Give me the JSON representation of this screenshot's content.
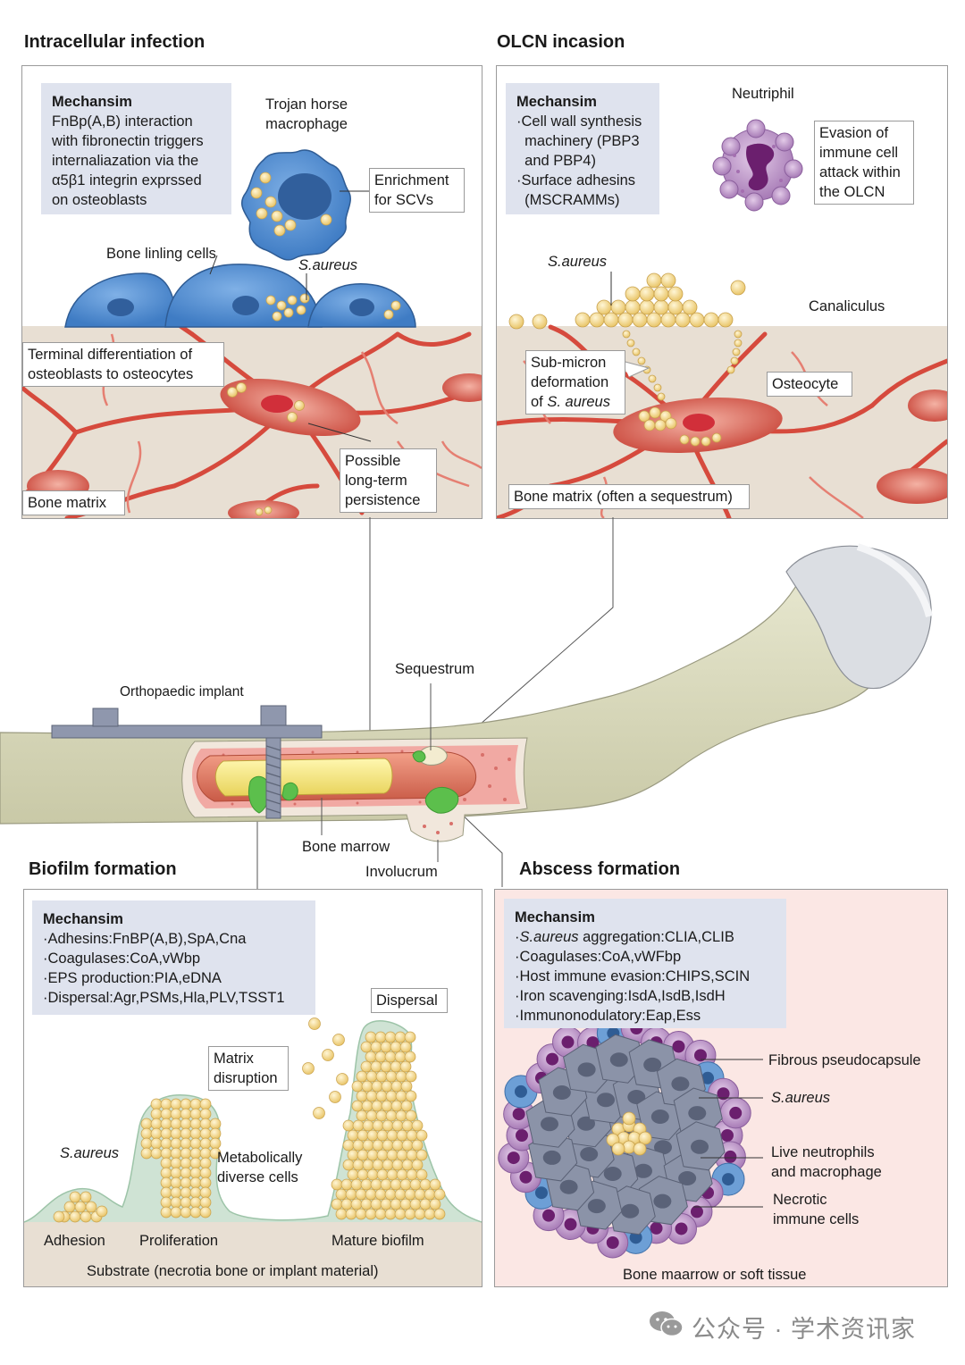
{
  "intracellular": {
    "title": "Intracellular infection",
    "mechanism_heading": "Mechansim",
    "mechanism_lines": [
      "FnBp(A,B) interaction",
      "with fibronectin triggers",
      "internaliazation via the",
      "α5β1 integrin exprssed",
      "on osteoblasts"
    ],
    "trojan": [
      "Trojan horse",
      "macrophage"
    ],
    "enrichment": [
      "Enrichment",
      "for SCVs"
    ],
    "bone_lining": "Bone linling cells",
    "saureus": "S.aureus",
    "terminal": [
      "Terminal differentiation of",
      "osteoblasts to osteocytes"
    ],
    "persistence": [
      "Possible",
      "long-term",
      "persistence"
    ],
    "bone_matrix": "Bone matrix"
  },
  "olcn": {
    "title": "OLCN incasion",
    "mechanism_heading": "Mechansim",
    "mechanism_lines": [
      "·Cell wall synthesis",
      "  machinery (PBP3",
      "  and PBP4)",
      "·Surface adhesins",
      "  (MSCRAMMs)"
    ],
    "neutrophil": "Neutriphil",
    "evasion": [
      "Evasion of",
      "immune cell",
      "attack within",
      "the OLCN"
    ],
    "saureus": "S.aureus",
    "canaliculus": "Canaliculus",
    "submicron": [
      "Sub-micron",
      "deformation"
    ],
    "submicron_of": "of ",
    "submicron_species": "S. aureus",
    "osteocyte": "Osteocyte",
    "bone_matrix": "Bone matrix (often a sequestrum)"
  },
  "bone": {
    "implant": "Orthopaedic implant",
    "sequestrum": "Sequestrum",
    "marrow": "Bone marrow",
    "involucrum": "Involucrum"
  },
  "biofilm": {
    "title": "Biofilm formation",
    "mechanism_heading": "Mechansim",
    "mechanism_lines": [
      "·Adhesins:FnBP(A,B),SpA,Cna",
      "·Coagulases:CoA,vWbp",
      "·EPS production:PIA,eDNA",
      "·Dispersal:Agr,PSMs,Hla,PLV,TSST1"
    ],
    "dispersal": "Dispersal",
    "matrix_disruption": [
      "Matrix",
      "disruption"
    ],
    "saureus": "S.aureus",
    "metabolic": [
      "Metabolically",
      "diverse cells"
    ],
    "adhesion": "Adhesion",
    "proliferation": "Proliferation",
    "mature": "Mature biofilm",
    "substrate": "Substrate (necrotia bone or implant material)"
  },
  "abscess": {
    "title": "Abscess formation",
    "mechanism_heading": "Mechansim",
    "mechanism_lines_pre": "·",
    "mechanism_species": "S.aureus",
    "mechanism_first_rest": " aggregation:CLIA,CLIB",
    "mechanism_lines": [
      "·Coagulases:CoA,vWFbp",
      "·Host immune evasion:CHIPS,SCIN",
      "·Iron scavenging:IsdA,IsdB,IsdH",
      "·Immunonodulatory:Eap,Ess"
    ],
    "fibrous": "Fibrous pseudocapsule",
    "saureus": "S.aureus",
    "live": [
      "Live neutrophils",
      "and macrophage"
    ],
    "necrotic": [
      "Necrotic",
      "immune cells"
    ],
    "marrow": "Bone maarrow or soft tissue"
  },
  "watermark": "公众号 · 学术资讯家",
  "colors": {
    "mechanism_bg": "#dfe3ee",
    "bone": "#dcdcc0",
    "marrow": "#e07860",
    "bacteria": "#f5d98a",
    "biofilm_green": "#5cbf4c",
    "abscess_bg": "#fbe7e4"
  }
}
